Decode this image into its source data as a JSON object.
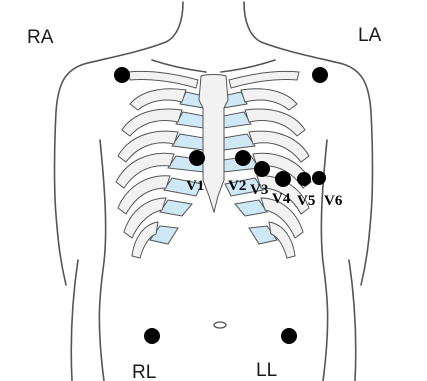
{
  "limb_leads": {
    "ra": "RA",
    "la": "LA",
    "rl": "RL",
    "ll": "LL"
  },
  "chest_leads": {
    "v1": "V1",
    "v2": "V2",
    "v3": "V3",
    "v4": "V4",
    "v5": "V5",
    "v6": "V6"
  },
  "colors": {
    "outline": "#555555",
    "rib_fill": "#f2f2f2",
    "cartilage": "#cfe8f5",
    "electrode": "#000000",
    "background": "#ffffff"
  }
}
